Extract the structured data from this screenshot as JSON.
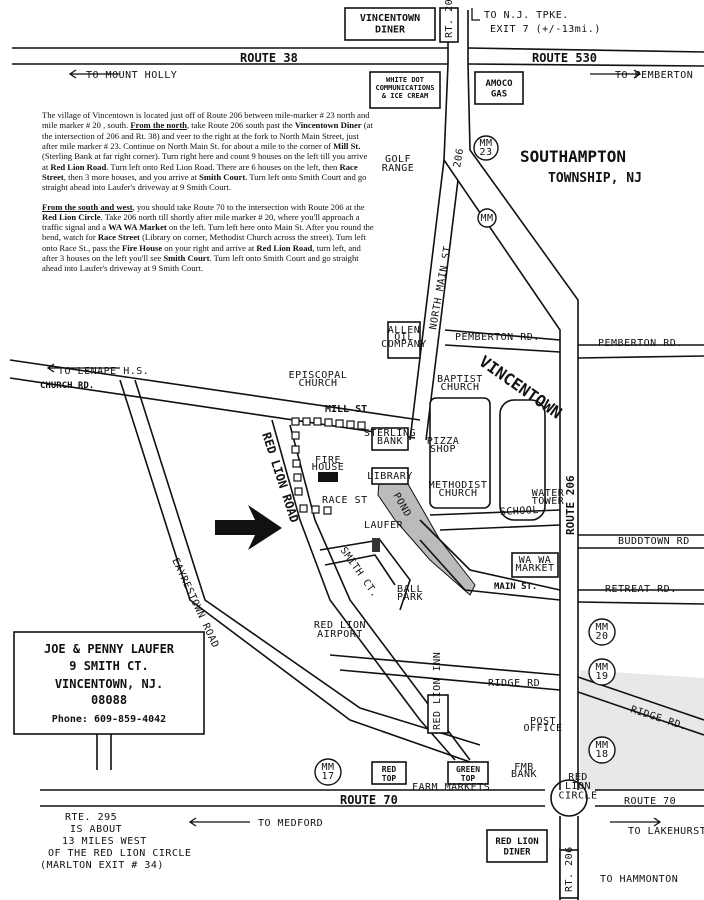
{
  "labels": {
    "vincentown_diner": "VINCENTOWN DINER",
    "rt206_top": "RT. 206",
    "to_nj_tpke": "TO N.J. TPKE.",
    "exit7": "EXIT 7 (+/-13mi.)",
    "route38": "ROUTE 38",
    "route530": "ROUTE 530",
    "to_mount_holly": "TO MOUNT HOLLY",
    "to_pemberton": "TO PEMBERTON",
    "white_dot": "WHITE DOT COMMUNICATIONS & ICE CREAM",
    "amoco_gas": "AMOCO GAS",
    "golf_range": "GOLF RANGE",
    "mm23": "MM 23",
    "southampton": "SOUTHAMPTON",
    "township": "TOWNSHIP, NJ",
    "north_main": "NORTH MAIN ST.",
    "rt206_vert": "206",
    "mm_small": "MM",
    "pemberton_rd": "PEMBERTON RD.",
    "pemberton_rd_right": "PEMBERTON RD.",
    "allen_oil": "ALLEN OIL COMPANY",
    "to_lenape": "TO LENAPE H.S.",
    "church_rd": "CHURCH RD.",
    "episcopal": "EPISCOPAL CHURCH",
    "vincentown": "VINCENTOWN",
    "baptist": "BAPTIST CHURCH",
    "mill_st": "MILL ST",
    "sterling": "STERLING BANK",
    "pizza": "PIZZA SHOP",
    "red_lion_road": "RED LION ROAD",
    "fire_house": "FIRE HOUSE",
    "library": "LIBRARY",
    "methodist": "METHODIST CHURCH",
    "route206_right": "ROUTE 206",
    "water_tower": "WATER TOWER",
    "race_st": "RACE ST",
    "laufer": "LAUFER",
    "pond": "POND",
    "school": "SCHOOL",
    "buddtown": "BUDDTOWN RD",
    "smith_ct": "SMITH CT.",
    "wawa": "WA WA MARKET",
    "main_st": "MAIN ST.",
    "retreat": "RETREAT RD.",
    "ball_park": "BALL PARK",
    "eayrestown": "EAYRESTOWN ROAD",
    "red_lion_airport": "RED LION AIRPORT",
    "mm20": "MM 20",
    "mm19": "MM 19",
    "ridge_rd": "RIDGE RD",
    "ridge_rd_right": "RIDGE RD.",
    "red_lion_inn": "RED LION INN",
    "post_office": "POST OFFICE",
    "mm18": "MM 18",
    "mm17": "MM 17",
    "red_top": "RED TOP",
    "green_top": "GREEN TOP",
    "farm_markets": "FARM MARKETS",
    "fmb_bank": "FMB BANK",
    "route70": "ROUTE 70",
    "red_lion_circle": "RED LION CIRCLE",
    "route70_right": "ROUTE 70",
    "to_medford": "TO MEDFORD",
    "to_lakehurst": "TO LAKEHURST",
    "red_lion_diner": "RED LION DINER",
    "rt206_bottom": "RT. 206",
    "to_hammonton": "TO HAMMONTON",
    "rte295_1": "RTE. 295",
    "rte295_2": "IS ABOUT",
    "rte295_3": "13 MILES WEST",
    "rte295_4": "OF THE RED LION CIRCLE",
    "rte295_5": "(MARLTON EXIT # 34)"
  },
  "address": {
    "name": "JOE & PENNY LAUFER",
    "street": "9 SMITH CT.",
    "city": "VINCENTOWN, NJ.",
    "zip": "08088",
    "phone": "Phone: 609-859-4042"
  },
  "directions": {
    "p1": [
      "The village of Vincentown is located just off of Route 206 between mile-marker # 23 north and mile marker # 20 , south. ",
      {
        "u": "From the north"
      },
      ", take Route 206 south past the ",
      {
        "b": "Vincentown Diner"
      },
      " (at the intersection of 206 and Rt. 38) and veer to the right at the fork to North Main Street, just after mile marker # 23. Continue on North Main St. for about a mile to the corner of ",
      {
        "b": "Mill St."
      },
      " (Sterling Bank at far right corner). Turn right here and count 9 houses on the left till you arrive at ",
      {
        "b": "Red Lion Road"
      },
      ". Turn left onto Red Lion Road. There are 6 houses on the left, then ",
      {
        "b": "Race Street"
      },
      ", then 3 more houses, and you arrive at ",
      {
        "b": "Smith Court"
      },
      ". Turn left onto Smith Court and go straight ahead into Laufer's driveway at 9 Smith Court."
    ],
    "p2": [
      {
        "u": "From the south and west"
      },
      ", you should take Route 70 to the intersection with Route 206 at the ",
      {
        "b": "Red Lion Circle"
      },
      ". Take 206 north till shortly after mile marker # 20, where you'll approach a traffic signal and a ",
      {
        "b": "WA WA Market"
      },
      " on the left. Turn left here onto Main St. After you round the bend, watch for ",
      {
        "b": "Race Street"
      },
      " (Library on corner, Methodist Church across the street). Turn left onto Race St., pass the ",
      {
        "b": "Fire House"
      },
      " on your right and arrive at ",
      {
        "b": "Red Lion Road"
      },
      ", turn left, and after 3 houses on the left you'll see ",
      {
        "b": "Smith Court"
      },
      ". Turn left onto Smith Court and go straight ahead into Laufer's driveway at 9 Smith Court."
    ]
  },
  "colors": {
    "ink": "#111111",
    "paper": "#ffffff",
    "shade": "#e8e8e8"
  }
}
